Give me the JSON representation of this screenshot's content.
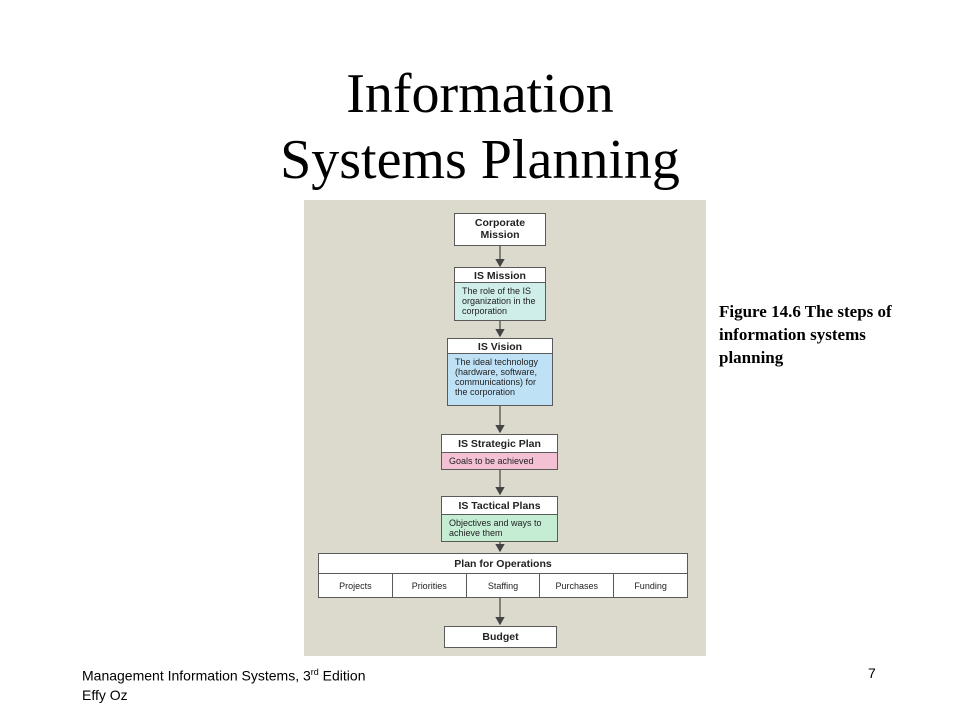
{
  "slide": {
    "title_line1": "Information",
    "title_line2": "Systems Planning",
    "caption": "Figure 14.6 The steps of information systems planning",
    "footer_line1_pre": "Management Information Systems, 3",
    "footer_line1_sup": "rd",
    "footer_line1_post": " Edition",
    "footer_line2": "Effy Oz",
    "page_number": "7"
  },
  "diagram": {
    "panel_bg": "#dcd9cd",
    "corporate_mission": {
      "title": "Corporate Mission"
    },
    "is_mission": {
      "title": "IS Mission",
      "body": "The role of the IS organization in the corporation",
      "color": "#cfeee9"
    },
    "is_vision": {
      "title": "IS Vision",
      "body": "The ideal technology (hardware, software, communications) for the corporation",
      "color": "#bfe1f6"
    },
    "is_strategic_plan": {
      "title": "IS Strategic Plan",
      "body": "Goals to be achieved",
      "color": "#f4c0d4"
    },
    "is_tactical_plans": {
      "title": "IS Tactical Plans",
      "body": "Objectives and ways to achieve them",
      "color": "#c4edd4"
    },
    "plan_for_operations": {
      "title": "Plan for Operations",
      "items": [
        "Projects",
        "Priorities",
        "Staffing",
        "Purchases",
        "Funding"
      ]
    },
    "budget": {
      "title": "Budget"
    }
  }
}
